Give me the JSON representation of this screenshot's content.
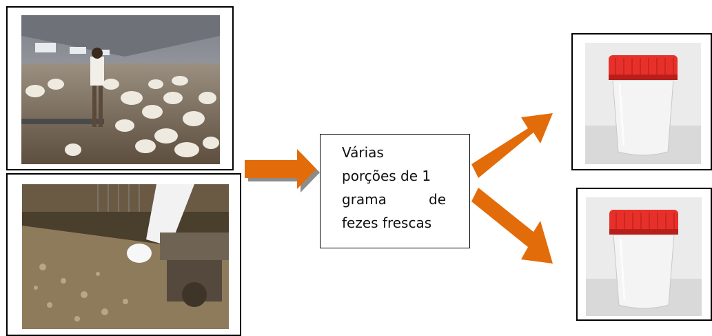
{
  "diagram": {
    "step_text": {
      "line1": "Várias",
      "line2": "porções de  1",
      "line3_a": "grama",
      "line3_b": "de",
      "line4": "fezes frescas"
    },
    "colors": {
      "arrow": "#E36C0A",
      "cup_lid": "#E8302B"
    },
    "icons": [
      "poultry-barn-photo",
      "feces-sampling-photo",
      "sample-cup-photo"
    ]
  }
}
